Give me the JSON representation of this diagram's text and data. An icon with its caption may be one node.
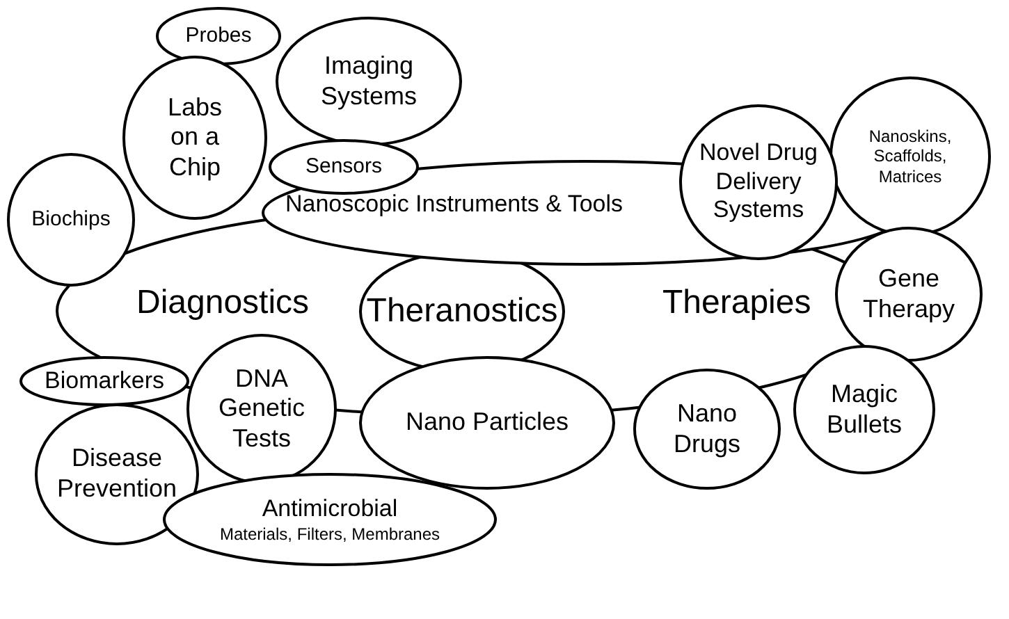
{
  "diagram": {
    "nodes": [
      {
        "text": [
          "Probes"
        ]
      },
      {
        "text": [
          "Imaging Systems"
        ]
      },
      {
        "text": [
          "Labs on a Chip"
        ]
      },
      {
        "text": [
          "Sensors"
        ]
      },
      {
        "text": [
          "Novel Drug Delivery Systems"
        ]
      },
      {
        "text": [
          "Nanoskins, Scaffolds, Matrices"
        ]
      },
      {
        "text": [
          "Biochips"
        ]
      },
      {
        "text": [
          "Nanoscopic Instruments & Tools"
        ]
      },
      {
        "text": [
          "Diagnostics",
          "Therapies"
        ]
      },
      {
        "text": [
          "Theranostics"
        ],
        "in": 8
      },
      {
        "text": [
          "Gene Therapy"
        ]
      },
      {
        "text": [
          "Biomarkers"
        ]
      },
      {
        "text": [
          "DNA Genetic Tests"
        ]
      },
      {
        "text": [
          "Nano Particles"
        ]
      },
      {
        "text": [
          "Nano Drugs"
        ]
      },
      {
        "text": [
          "Magic Bullets"
        ]
      },
      {
        "text": [
          "Disease Prevention"
        ]
      },
      {
        "text": [
          "Antimicrobial",
          "Materials, Filters, Membranes"
        ]
      }
    ]
  }
}
